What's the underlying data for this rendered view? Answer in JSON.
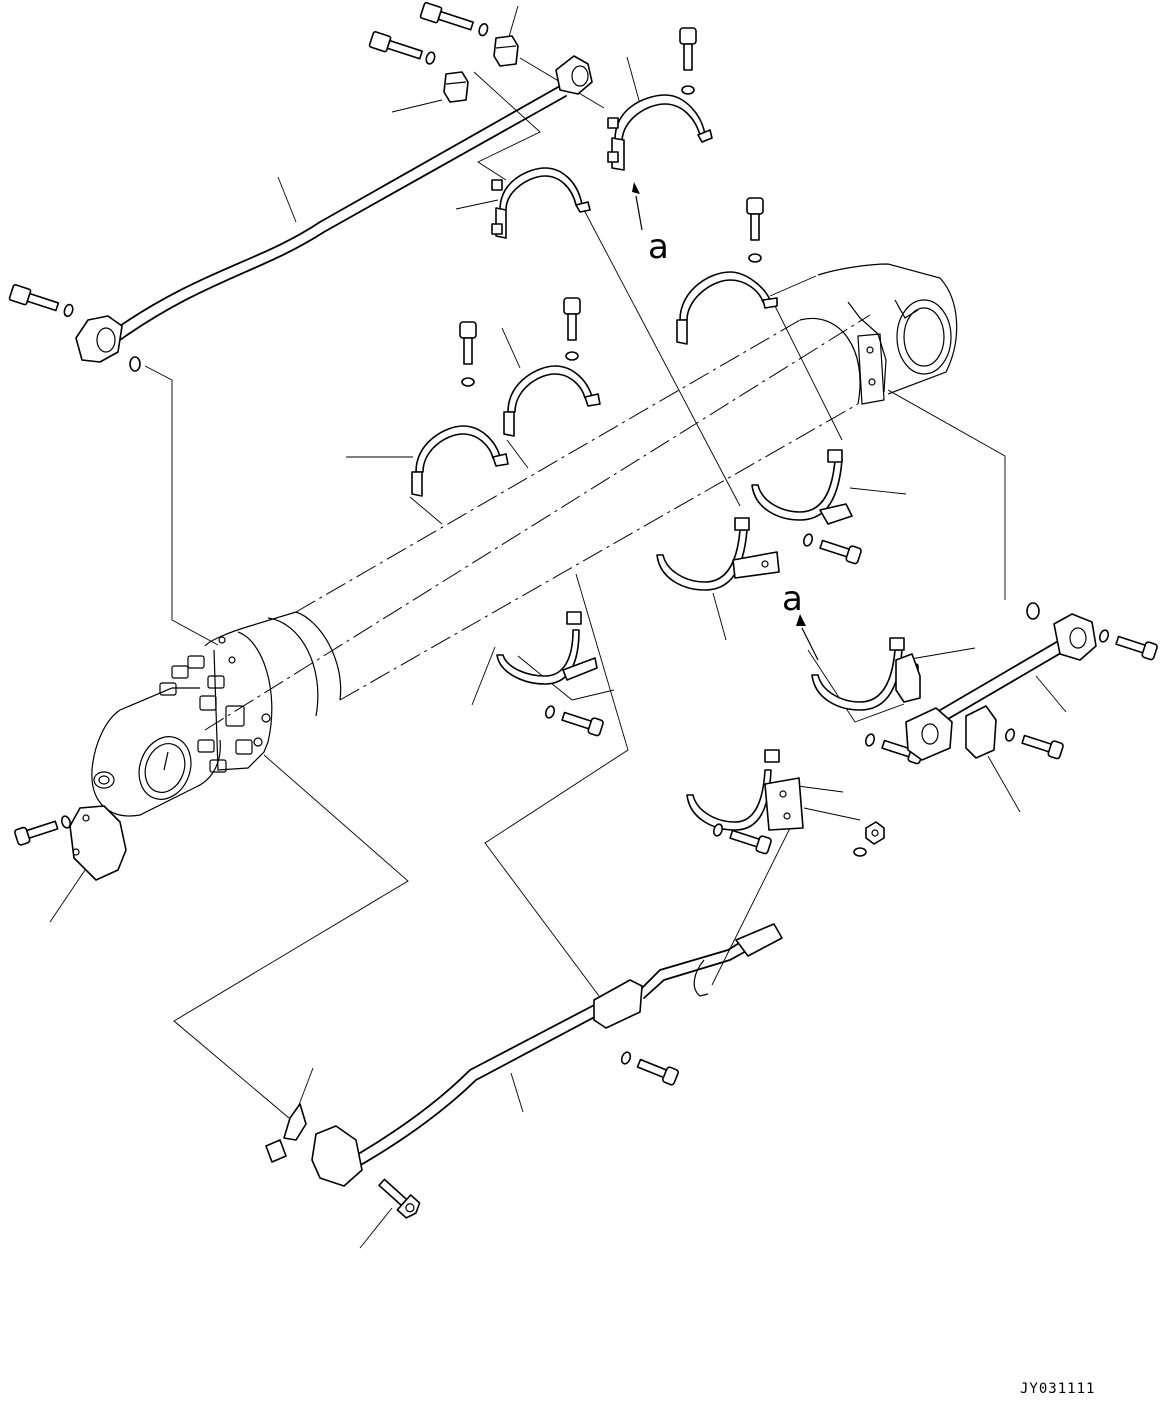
{
  "diagram": {
    "reference_marks": [
      "a",
      "a"
    ],
    "drawing_id": "JY031111"
  }
}
